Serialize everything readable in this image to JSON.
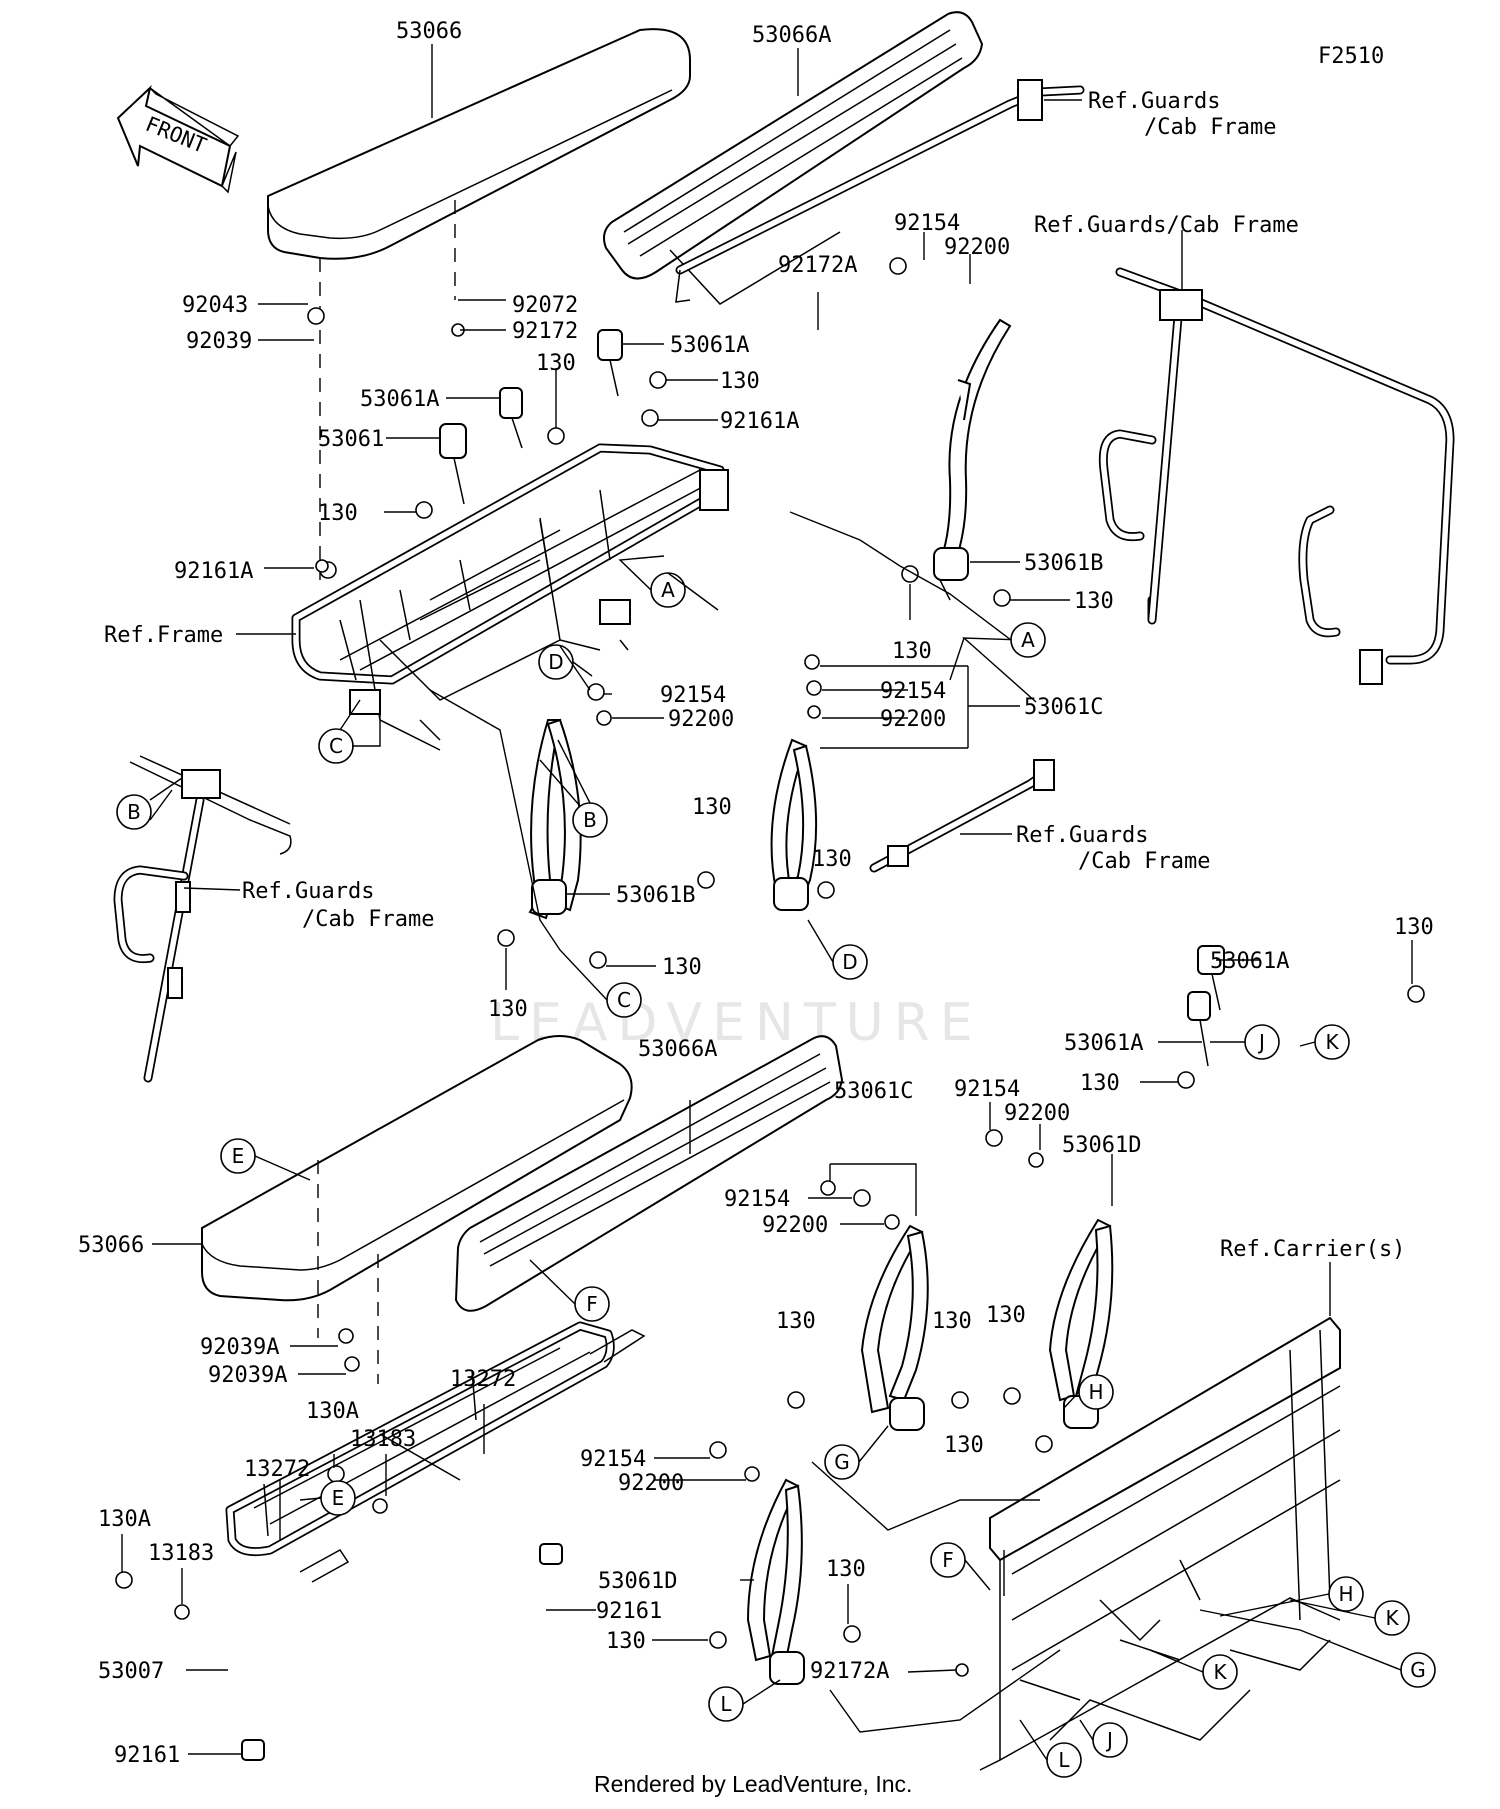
{
  "diagram_id": "F2510",
  "front_label": "FRONT",
  "watermark": "LEADVENTURE",
  "footer": "Rendered by LeadVenture, Inc.",
  "part_labels": [
    "53066",
    "53066A",
    "Ref.Guards",
    "/Cab Frame",
    "Ref.Guards/Cab Frame",
    "92154",
    "92200",
    "92172A",
    "92043",
    "92072",
    "92039",
    "92172",
    "53061A",
    "130",
    "92161A",
    "53061",
    "53061B",
    "Ref.Frame",
    "53061C",
    "53061D",
    "92039A",
    "13272",
    "130A",
    "13183",
    "53007",
    "92161",
    "Ref.Carrier(s)"
  ],
  "callouts": [
    "A",
    "B",
    "C",
    "D",
    "E",
    "F",
    "G",
    "H",
    "J",
    "K",
    "L"
  ]
}
